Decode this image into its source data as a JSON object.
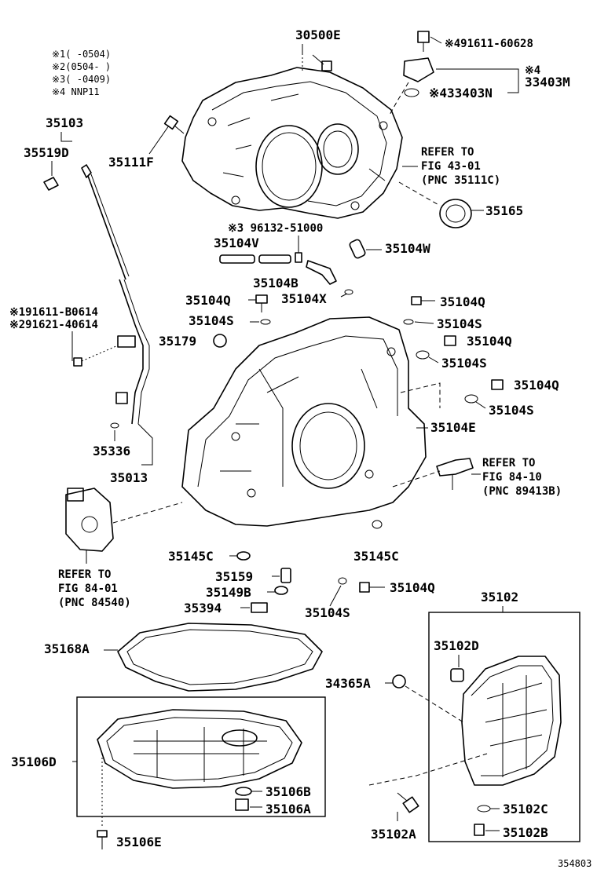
{
  "notes": [
    "※1(      -0504)",
    "※2(0504-      )",
    "※3(      -0409)",
    "※4 NNP11"
  ],
  "labels": {
    "p30500E": "30500E",
    "p91611_60628": "※491611-60628",
    "p33403M_mark": "※4",
    "p33403M": "33403M",
    "p33403N": "※433403N",
    "p35103": "35103",
    "p35519D": "35519D",
    "p35111F": "35111F",
    "refer1_a": "REFER TO",
    "refer1_b": "FIG 43-01",
    "refer1_c": "(PNC 35111C)",
    "p35165": "35165",
    "p96132": "※3 96132-51000",
    "p35104V": "35104V",
    "p35104W": "35104W",
    "p35104B": "35104B",
    "p35104Q_1": "35104Q",
    "p35104X": "35104X",
    "p35104Q_2": "35104Q",
    "p91611_B0614": "※191611-B0614",
    "p91621_40614": "※291621-40614",
    "p35104S_1": "35104S",
    "p35104S_2": "35104S",
    "p35179": "35179",
    "p35104Q_3": "35104Q",
    "p35104S_3": "35104S",
    "p35104Q_4": "35104Q",
    "p35104S_4": "35104S",
    "p35104E": "35104E",
    "p35336": "35336",
    "p35013": "35013",
    "refer2_a": "REFER TO",
    "refer2_b": "FIG 84-10",
    "refer2_c": "(PNC 89413B)",
    "refer3_a": "REFER TO",
    "refer3_b": "FIG 84-01",
    "refer3_c": "(PNC 84540)",
    "p35145C_1": "35145C",
    "p35145C_2": "35145C",
    "p35159": "35159",
    "p35149B": "35149B",
    "p35394": "35394",
    "p35104Q_5": "35104Q",
    "p35104S_5": "35104S",
    "p35102": "35102",
    "p35102D": "35102D",
    "p35168A": "35168A",
    "p34365A": "34365A",
    "p35106D": "35106D",
    "p35106B": "35106B",
    "p35106A": "35106A",
    "p35106E": "35106E",
    "p35102A": "35102A",
    "p35102C": "35102C",
    "p35102B": "35102B",
    "diagram_id": "354803"
  }
}
